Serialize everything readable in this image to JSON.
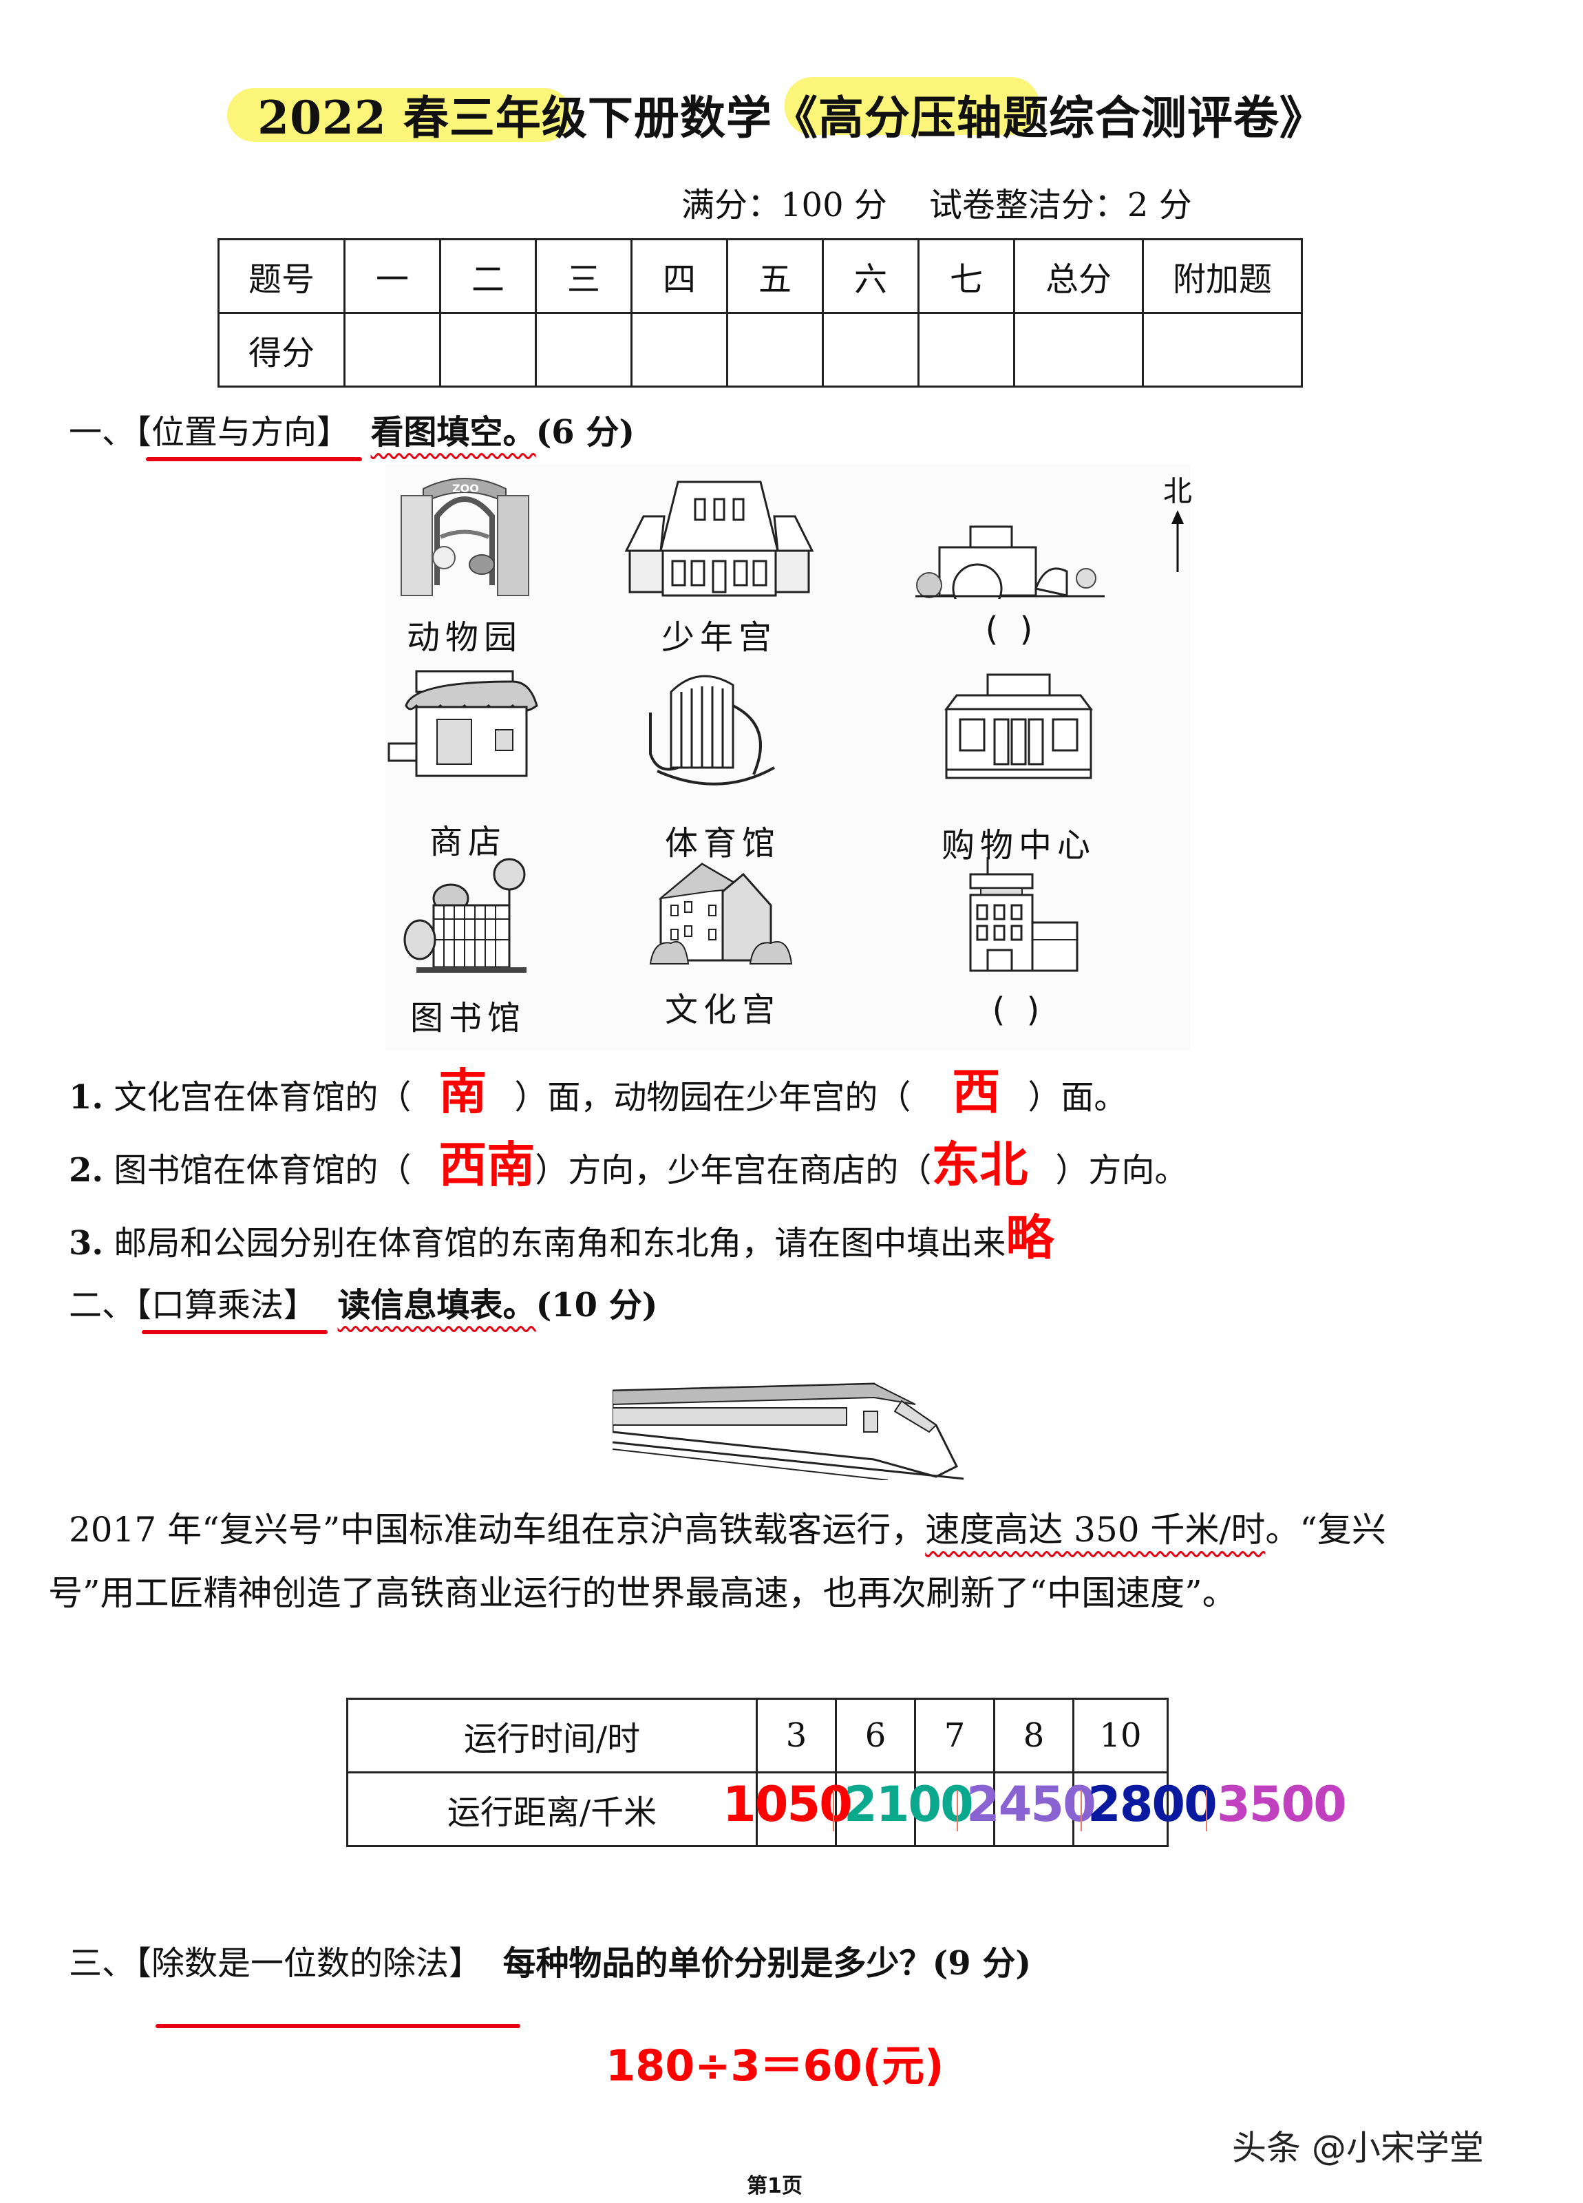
{
  "header": {
    "title": "2022 春三年级下册数学《高分压轴题综合测评卷》",
    "full_score": "满分：100 分",
    "neatness_score": "试卷整洁分：2 分"
  },
  "score_table": {
    "row1_label": "题号",
    "row2_label": "得分",
    "columns": [
      "一",
      "二",
      "三",
      "四",
      "五",
      "六",
      "七",
      "总分",
      "附加题"
    ]
  },
  "section1": {
    "number": "一、",
    "topic": "【位置与方向】",
    "instruction": "看图填空。",
    "points": "(6 分)",
    "compass_label": "北",
    "places": [
      {
        "label": "动物园",
        "icon": "zoo-gate-icon"
      },
      {
        "label": "少年宫",
        "icon": "youth-palace-icon"
      },
      {
        "label": "(      )",
        "icon": "building-icon"
      },
      {
        "label": "商店",
        "icon": "shop-icon"
      },
      {
        "label": "体育馆",
        "icon": "stadium-icon"
      },
      {
        "label": "购物中心",
        "icon": "mall-icon"
      },
      {
        "label": "图书馆",
        "icon": "library-icon"
      },
      {
        "label": "文化宫",
        "icon": "culture-palace-icon"
      },
      {
        "label": "(      )",
        "icon": "office-building-icon"
      }
    ],
    "questions": [
      {
        "num": "1.",
        "p1": "文化宫在体育馆的（",
        "a1": "南",
        "p2": "）面，动物园在少年宫的（",
        "a2": "西",
        "p3": "）面。"
      },
      {
        "num": "2.",
        "p1": "图书馆在体育馆的（",
        "a1": "西南",
        "p2": "）方向，少年宫在商店的（",
        "a2": "东北",
        "p3": "）方向。"
      },
      {
        "num": "3.",
        "p1": "邮局和公园分别在体育馆的东南角和东北角，请在图中填出来",
        "a1": "略"
      }
    ]
  },
  "section2": {
    "number": "二、",
    "topic": "【口算乘法】",
    "instruction": "读信息填表。",
    "points": "(10 分)",
    "train_icon": "high-speed-train-icon",
    "paragraph_line1_a": "2017 年“复兴号”中国标准动车组在京沪高铁载客运行，",
    "paragraph_line1_b": "速度高达 350 千米/时",
    "paragraph_line1_c": "。“复兴",
    "paragraph_line2": "号”用工匠精神创造了高铁商业运行的世界最高速，也再次刷新了“中国速度”。",
    "table": {
      "row1_label": "运行时间/时",
      "row2_label": "运行距离/千米",
      "times": [
        "3",
        "6",
        "7",
        "8",
        "10"
      ],
      "distances": [
        {
          "value": "1050",
          "color": "#ff0000"
        },
        {
          "value": "2100",
          "color": "#0aa88c"
        },
        {
          "value": "2450",
          "color": "#8a63d2"
        },
        {
          "value": "2800",
          "color": "#0a1aa0"
        },
        {
          "value": "3500",
          "color": "#c040c0"
        }
      ]
    }
  },
  "section3": {
    "number": "三、",
    "topic": "【除数是一位数的除法】",
    "instruction": "每种物品的单价分别是多少？",
    "points": "(9 分)",
    "answer": "180÷3＝60(元)"
  },
  "footer": {
    "watermark": "头条 @小宋学堂",
    "page": "第1页"
  },
  "colors": {
    "highlight": "#fbf56b",
    "answer_red": "#ff0000",
    "underline_red": "#e60012"
  }
}
